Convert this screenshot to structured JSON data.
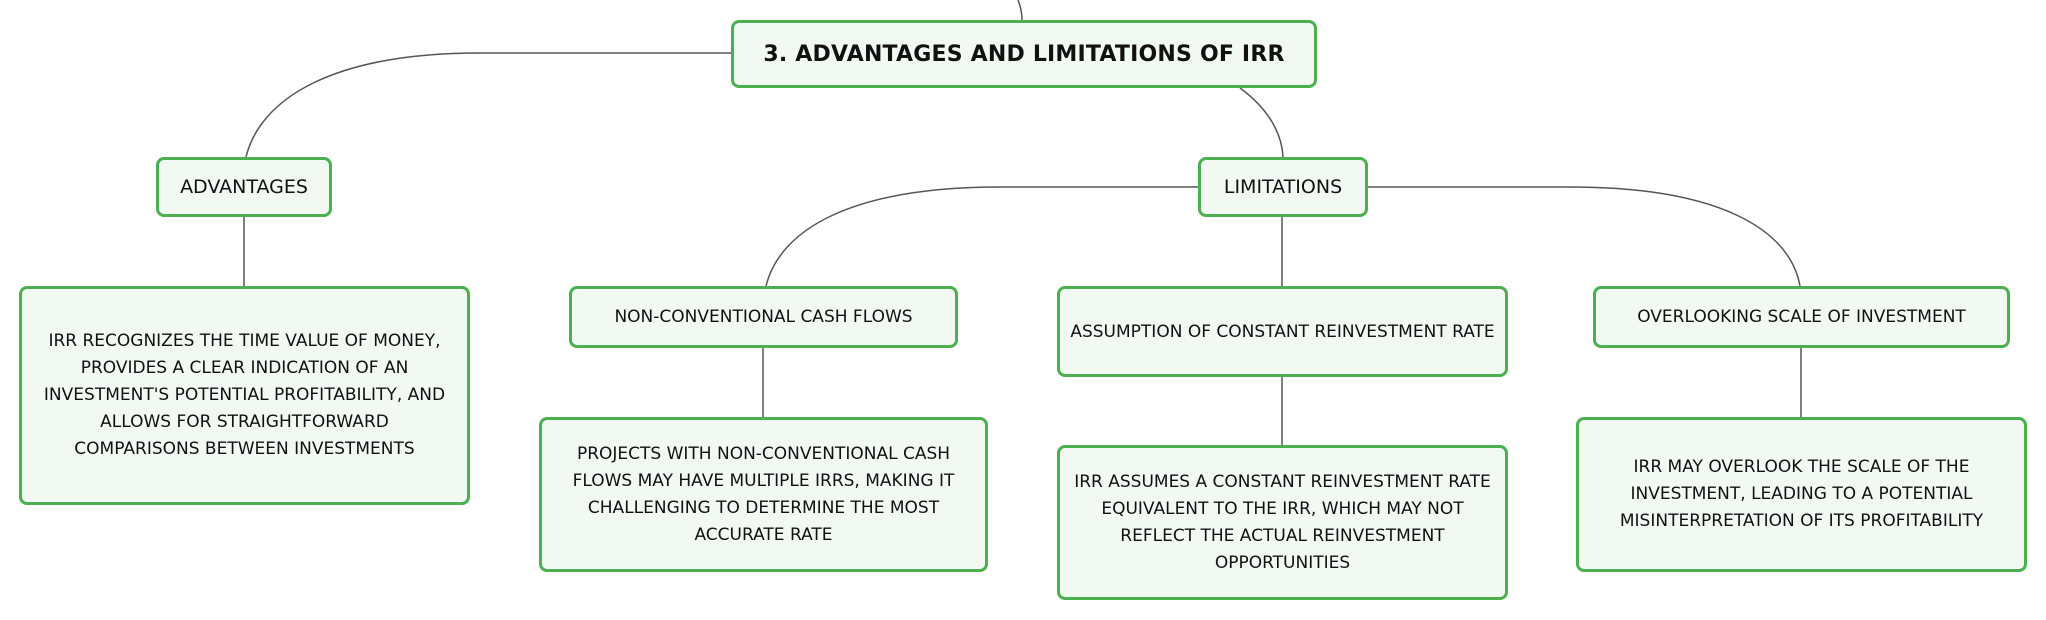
{
  "diagram": {
    "root": {
      "label": "3. ADVANTAGES AND LIMITATIONS OF IRR"
    },
    "advantages": {
      "label": "ADVANTAGES",
      "detail": "IRR RECOGNIZES THE TIME VALUE OF MONEY, PROVIDES A CLEAR INDICATION OF AN INVESTMENT'S POTENTIAL PROFITABILITY, AND ALLOWS FOR STRAIGHTFORWARD COMPARISONS BETWEEN INVESTMENTS"
    },
    "limitations": {
      "label": "LIMITATIONS",
      "items": [
        {
          "label": "NON-CONVENTIONAL CASH FLOWS",
          "detail": "PROJECTS WITH NON-CONVENTIONAL CASH FLOWS MAY HAVE MULTIPLE IRRS, MAKING IT CHALLENGING TO DETERMINE THE MOST ACCURATE RATE"
        },
        {
          "label": "ASSUMPTION OF CONSTANT REINVESTMENT RATE",
          "detail": "IRR ASSUMES A CONSTANT REINVESTMENT RATE EQUIVALENT TO THE IRR, WHICH MAY NOT REFLECT THE ACTUAL REINVESTMENT OPPORTUNITIES"
        },
        {
          "label": "OVERLOOKING SCALE OF INVESTMENT",
          "detail": "IRR MAY OVERLOOK THE SCALE OF THE INVESTMENT, LEADING TO A POTENTIAL MISINTERPRETATION OF ITS PROFITABILITY"
        }
      ]
    },
    "colors": {
      "node_border": "#4caf50",
      "node_fill": "#f1f9f2",
      "connector": "#555555",
      "text": "#111111"
    }
  }
}
